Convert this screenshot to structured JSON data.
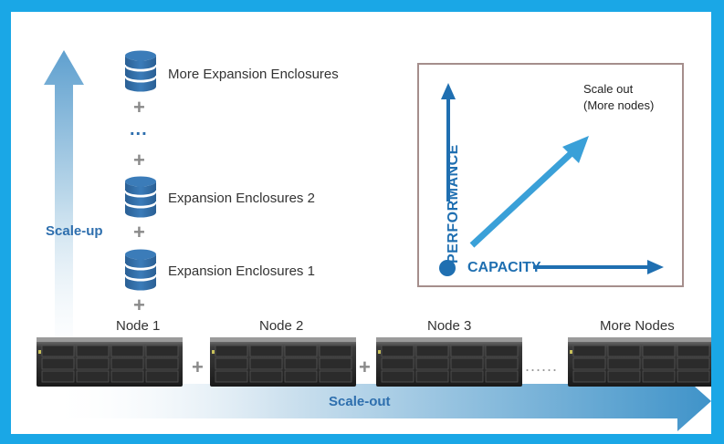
{
  "enclosures": {
    "more": "More Expansion Enclosures",
    "second": "Expansion Enclosures 2",
    "first": "Expansion Enclosures 1",
    "ellipsis": "...",
    "plus": "+"
  },
  "scale_up": {
    "label": "Scale-up"
  },
  "scale_out": {
    "label": "Scale-out"
  },
  "performance_box": {
    "performance": "PERFORMANCE",
    "capacity": "CAPACITY",
    "scale_out_line1": "Scale out",
    "scale_out_line2": "(More nodes)"
  },
  "nodes": {
    "node1": "Node 1",
    "node2": "Node 2",
    "node3": "Node 3",
    "more": "More Nodes",
    "dots": "......",
    "plus": "+"
  },
  "colors": {
    "frame_border": "#1aa7e6",
    "accent_blue": "#1f6fb1",
    "light_blue": "#3aa0d8",
    "box_border": "#a58e8c"
  },
  "icons": {
    "db": "database-stack-icon",
    "server": "rack-server-icon"
  }
}
